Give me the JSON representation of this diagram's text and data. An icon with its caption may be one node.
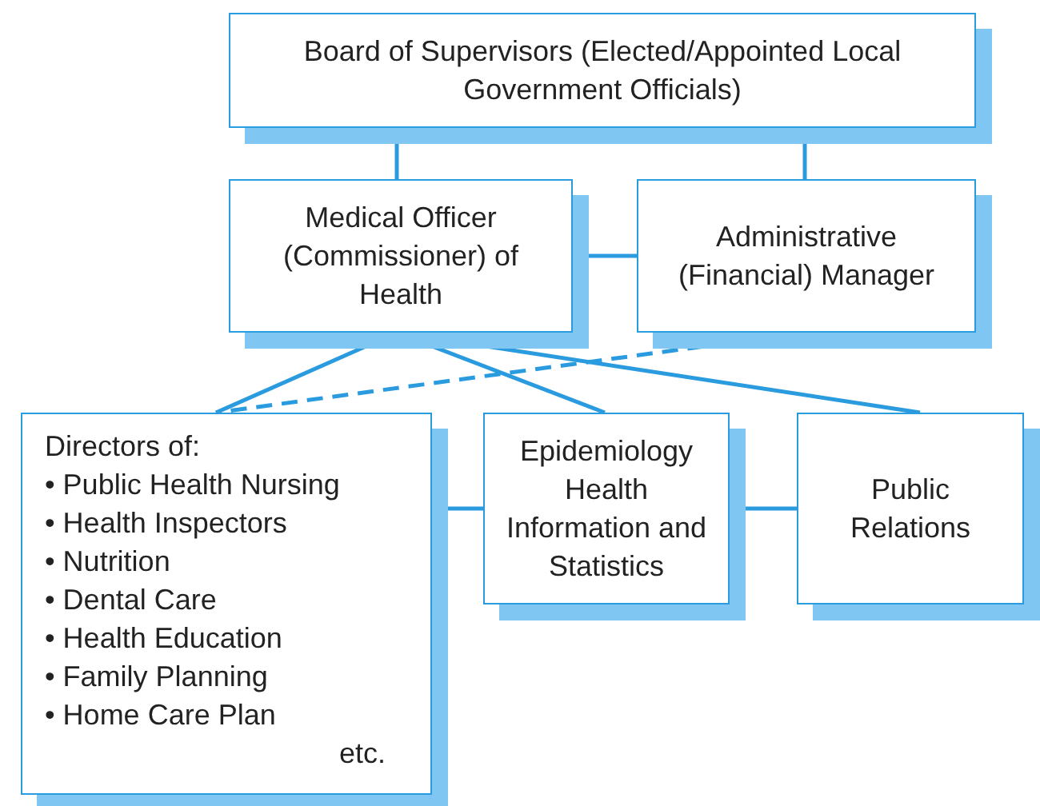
{
  "diagram": {
    "nodes": [
      {
        "text": [
          "Board of Supervisors (Elected/Appointed Local Government Officials)"
        ]
      },
      {
        "text": [
          "Medical Officer (Commissioner) of Health"
        ]
      },
      {
        "text": [
          "Administrative (Financial) Manager"
        ]
      },
      {
        "text": [
          "Directors of:",
          "• Public Health Nursing",
          "• Health Inspectors",
          "• Nutrition",
          "• Dental Care",
          "• Health Education",
          "• Family Planning",
          "• Home Care Plan",
          "etc."
        ]
      },
      {
        "text": [
          "Epidemiology Health Information and Statistics"
        ]
      },
      {
        "text": [
          "Public Relations"
        ]
      }
    ],
    "edges": [
      {
        "from": 0,
        "to": 1,
        "arrow": "none"
      },
      {
        "from": 0,
        "to": 2,
        "arrow": "none"
      },
      {
        "from": 1,
        "to": 2,
        "arrow": "none"
      },
      {
        "from": 1,
        "to": 3,
        "arrow": "none"
      },
      {
        "from": 1,
        "to": 4,
        "arrow": "none"
      },
      {
        "from": 1,
        "to": 5,
        "arrow": "none"
      },
      {
        "from": 2,
        "to": 3,
        "arrow": "none",
        "style": "dashed"
      },
      {
        "from": 3,
        "to": 4,
        "arrow": "none"
      },
      {
        "from": 4,
        "to": 5,
        "arrow": "none"
      }
    ]
  }
}
